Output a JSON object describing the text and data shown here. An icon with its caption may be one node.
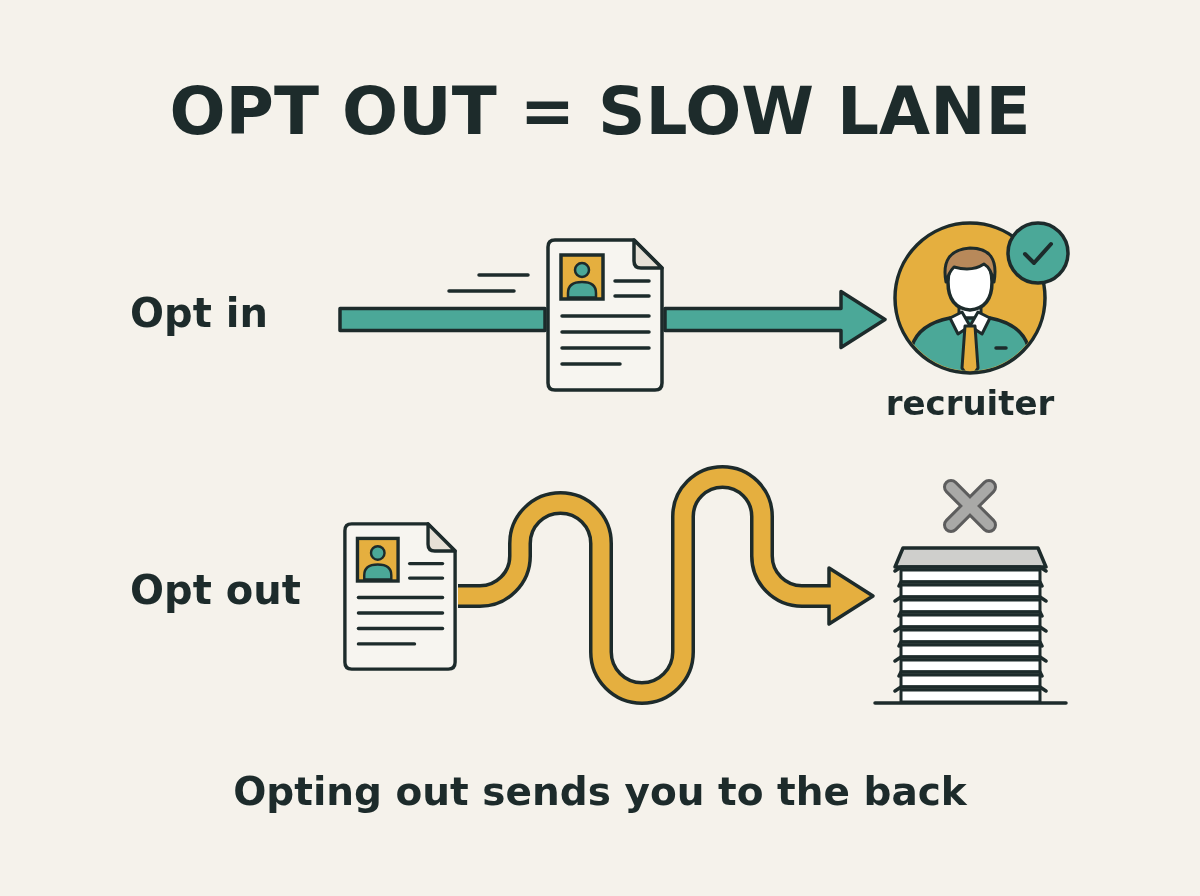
{
  "diagram": {
    "title": "OPT OUT = SLOW LANE",
    "caption": "Opting out sends you to the back",
    "nodes": [
      {
        "text": [],
        "shape": "picture"
      },
      {
        "text": [],
        "shape": "person",
        "beside": [
          "recruiter"
        ]
      },
      {
        "text": [],
        "shape": "picture"
      },
      {
        "text": [],
        "shape": "picture"
      }
    ],
    "edges": [
      {
        "from": null,
        "to": 0,
        "arrow": "none",
        "color": "#4ba898"
      },
      {
        "from": 0,
        "to": 1,
        "arrow": "to",
        "color": "#4ba898"
      },
      {
        "from": 2,
        "to": 3,
        "arrow": "to",
        "color": "#e5af3f"
      }
    ],
    "labels": [
      "Opt in",
      "Opt out"
    ]
  }
}
